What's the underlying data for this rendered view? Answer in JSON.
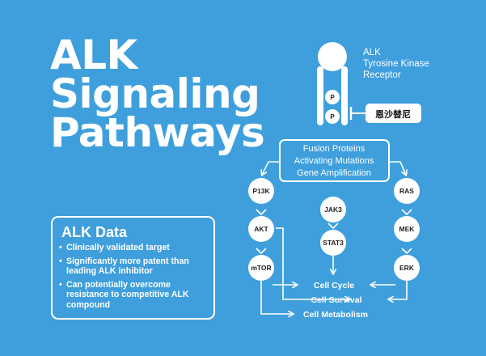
{
  "title_lines": [
    "ALK",
    "Signaling",
    "Pathways"
  ],
  "receptor": {
    "label_lines": [
      "ALK",
      "Tyrosine Kinase",
      "Receptor"
    ],
    "phospho_labels": [
      "P",
      "P"
    ],
    "drug_label": "恩沙替尼"
  },
  "triggers": [
    "Fusion Proteins",
    "Activating Mutations",
    "Gene Amplification"
  ],
  "nodes": {
    "p13k": "P13K",
    "akt": "AKT",
    "mtor": "mTOR",
    "jak3": "JAK3",
    "stat3": "STAT3",
    "ras": "RAS",
    "mek": "MEK",
    "erk": "ERK"
  },
  "outcomes": {
    "cycle": "Cell Cycle",
    "survival": "Cell Survival",
    "metabolism": "Cell Metabolism"
  },
  "alk_data": {
    "title": "ALK Data",
    "items": [
      "Clinically validated target",
      "Significantly more patent than leading ALK inhibitor",
      "Can potentially overcome resistance to competitive ALK compound"
    ]
  },
  "colors": {
    "background": "#3f9fdc",
    "foreground": "#ffffff",
    "node_text": "#222222"
  }
}
